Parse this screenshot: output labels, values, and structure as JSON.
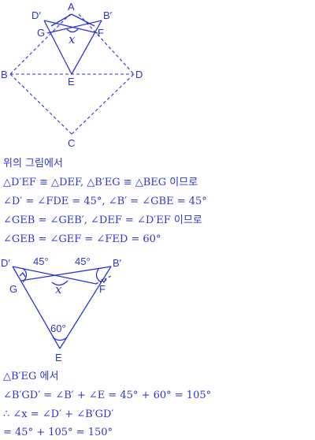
{
  "figure1": {
    "labels": {
      "A": "A",
      "Dp": "D′",
      "Bp": "B′",
      "G": "G",
      "F": "F",
      "x": "x",
      "B": "B",
      "E": "E",
      "D": "D",
      "C": "C"
    }
  },
  "figure2": {
    "labels": {
      "Dp": "D′",
      "Bp": "B′",
      "G": "G",
      "F": "F",
      "x": "x",
      "E": "E",
      "angle_left": "45°",
      "angle_right": "45°",
      "angle_bottom": "60°"
    }
  },
  "text": {
    "l1": "위의 그림에서",
    "l2": "△D′EF ≡ △DEF, △B′EG ≡ △BEG 이므로",
    "l3": "∠D′ = ∠FDE = 45°, ∠B′ = ∠GBE = 45°",
    "l4": "∠GEB = ∠GEB′, ∠DEF = ∠D′EF 이므로",
    "l5": "∠GEB = ∠GEF = ∠FED = 60°",
    "l6": "△B′EG 에서",
    "l7": "∠B′GD′ = ∠B′ + ∠E = 45° + 60° = 105°",
    "l8": "∴ ∠x = ∠D′ + ∠B′GD′",
    "l9": "= 45° + 105° = 150°"
  },
  "colors": {
    "ink": "#2a35d6"
  }
}
